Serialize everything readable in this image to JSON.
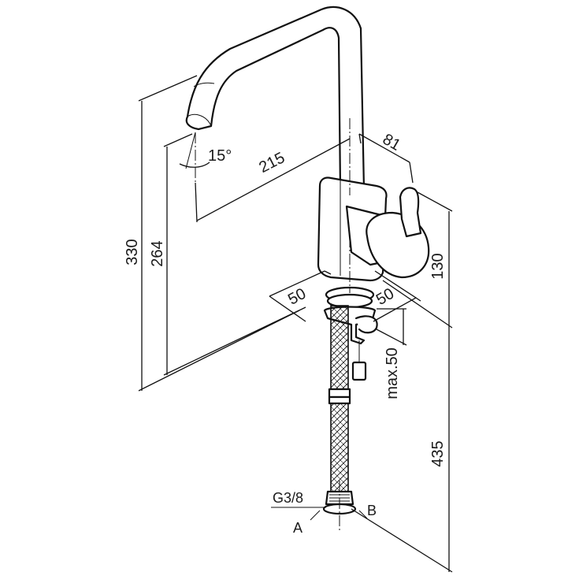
{
  "dimensions": {
    "spout_reach": "215",
    "spout_angle": "15°",
    "total_height": "330",
    "spout_outlet_height": "264",
    "lever_depth": "81",
    "body_height": "130",
    "base_width_left": "50",
    "base_width_right": "50",
    "max_deck_thickness": "max.50",
    "hose_length": "435"
  },
  "connection": {
    "thread": "G3/8",
    "label_a": "A",
    "label_b": "B"
  }
}
